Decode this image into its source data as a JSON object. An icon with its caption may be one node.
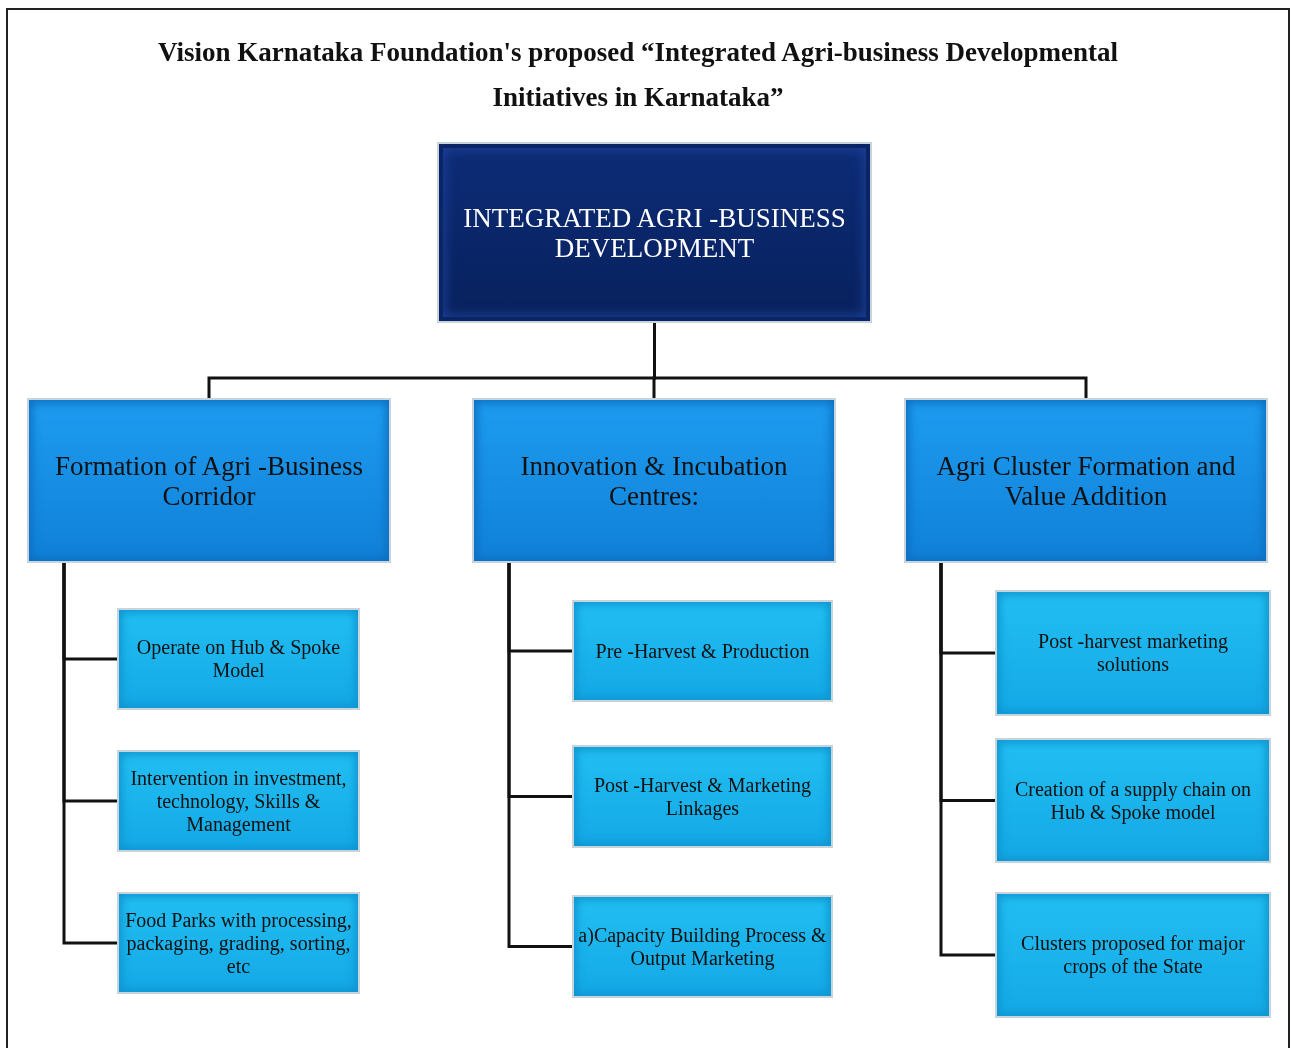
{
  "diagram": {
    "title": "Vision Karnataka Foundation's proposed “Integrated Agri-business Developmental Initiatives in Karnataka”",
    "nodes": [
      {
        "text": [
          "INTEGRATED AGRI -BUSINESS DEVELOPMENT"
        ]
      },
      {
        "text": [
          "Formation of Agri -Business Corridor"
        ]
      },
      {
        "text": [
          "Innovation & Incubation Centres:"
        ]
      },
      {
        "text": [
          "Agri Cluster Formation and Value Addition"
        ]
      },
      {
        "text": [
          "Operate on Hub & Spoke Model"
        ]
      },
      {
        "text": [
          "Intervention in investment, technology, Skills & Management"
        ]
      },
      {
        "text": [
          "Food Parks with processing, packaging, grading, sorting, etc"
        ]
      },
      {
        "text": [
          "Pre -Harvest & Production"
        ]
      },
      {
        "text": [
          "Post -Harvest & Marketing Linkages"
        ]
      },
      {
        "text": [
          "a)Capacity Building Process & Output Marketing"
        ]
      },
      {
        "text": [
          "Post -harvest marketing solutions"
        ]
      },
      {
        "text": [
          "Creation of a supply chain on Hub & Spoke model"
        ]
      },
      {
        "text": [
          "Clusters proposed for major crops of the State"
        ]
      }
    ],
    "edges": [
      {
        "from": 0,
        "to": 1,
        "arrow": "none"
      },
      {
        "from": 0,
        "to": 2,
        "arrow": "none"
      },
      {
        "from": 0,
        "to": 3,
        "arrow": "none"
      },
      {
        "from": 1,
        "to": 4,
        "arrow": "none"
      },
      {
        "from": 1,
        "to": 5,
        "arrow": "none"
      },
      {
        "from": 1,
        "to": 6,
        "arrow": "none"
      },
      {
        "from": 2,
        "to": 7,
        "arrow": "none"
      },
      {
        "from": 2,
        "to": 8,
        "arrow": "none"
      },
      {
        "from": 2,
        "to": 9,
        "arrow": "none"
      },
      {
        "from": 3,
        "to": 10,
        "arrow": "none"
      },
      {
        "from": 3,
        "to": 11,
        "arrow": "none"
      },
      {
        "from": 3,
        "to": 12,
        "arrow": "none"
      }
    ]
  }
}
